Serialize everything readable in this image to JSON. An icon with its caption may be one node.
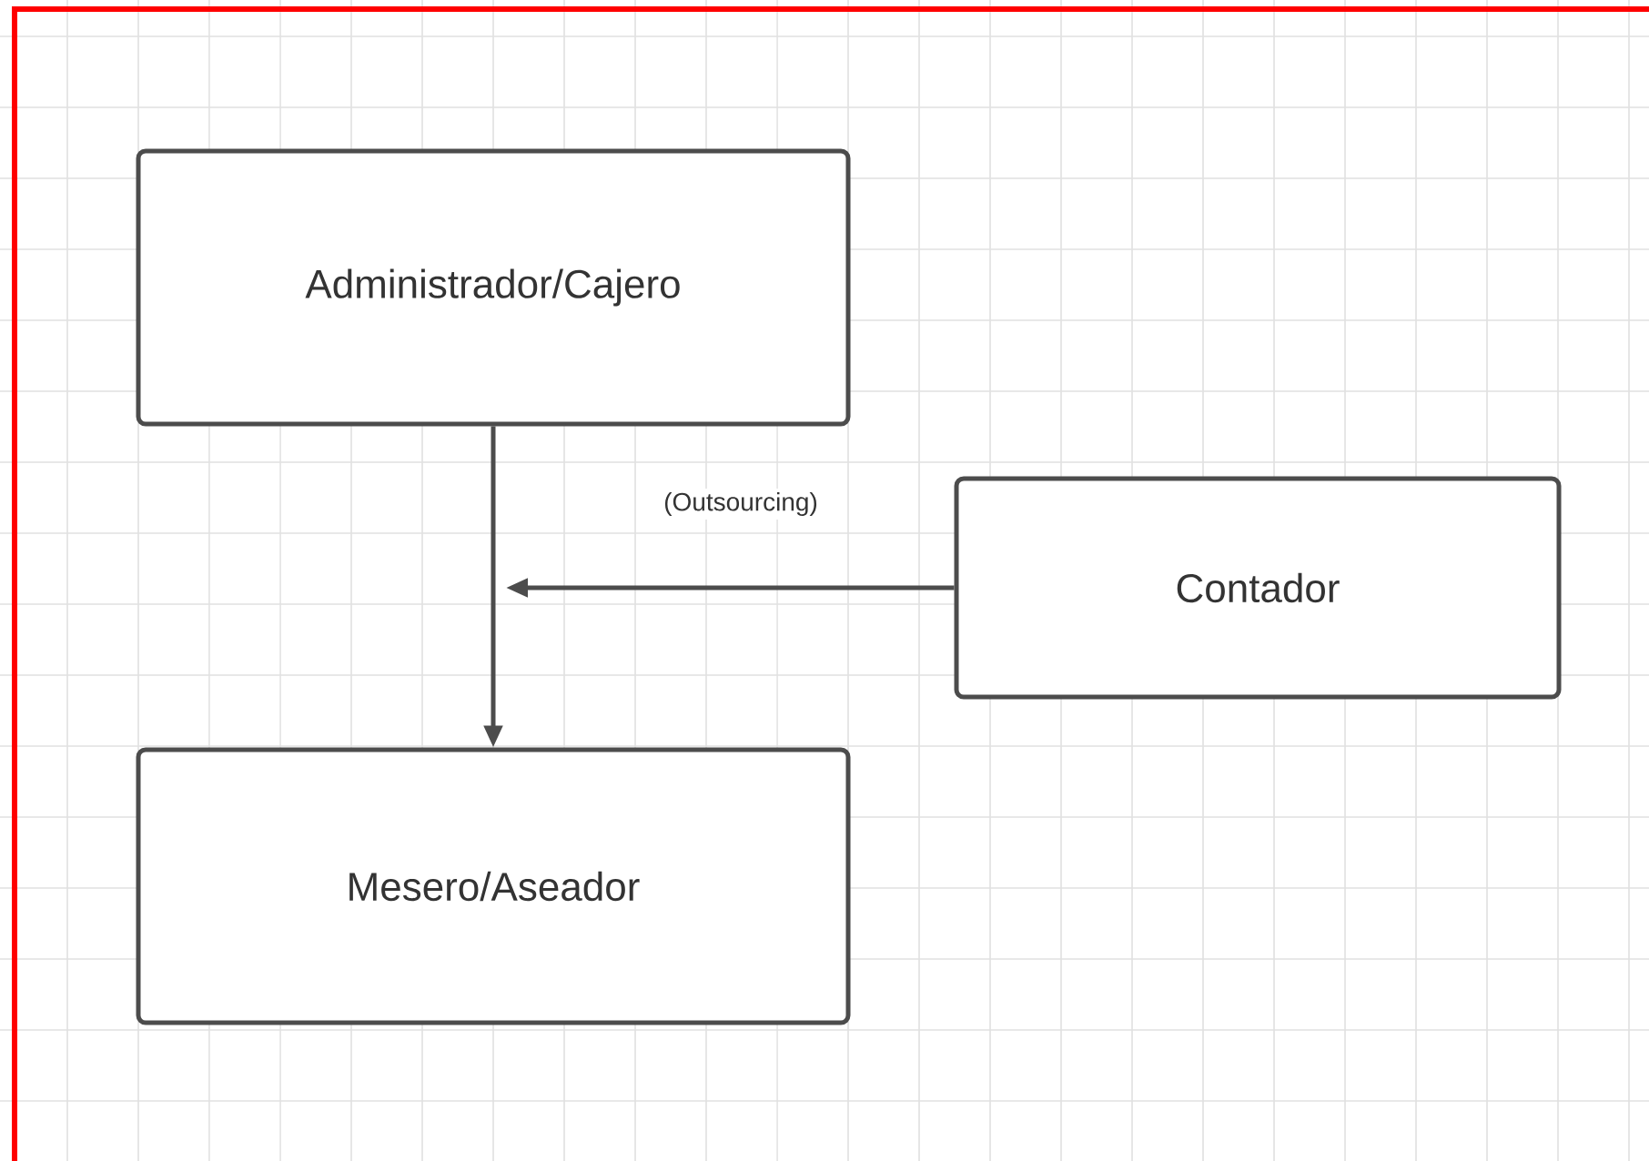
{
  "diagram": {
    "nodes": [
      {
        "text": [
          "Administrador/Cajero"
        ]
      },
      {
        "text": [
          "Contador"
        ]
      },
      {
        "text": [
          "Mesero/Aseador"
        ]
      }
    ],
    "edges": [
      {
        "from": 0,
        "to": 2,
        "arrow": "to"
      },
      {
        "from": 1,
        "to": null,
        "arrow": "to",
        "label": "(Outsourcing)"
      }
    ]
  }
}
